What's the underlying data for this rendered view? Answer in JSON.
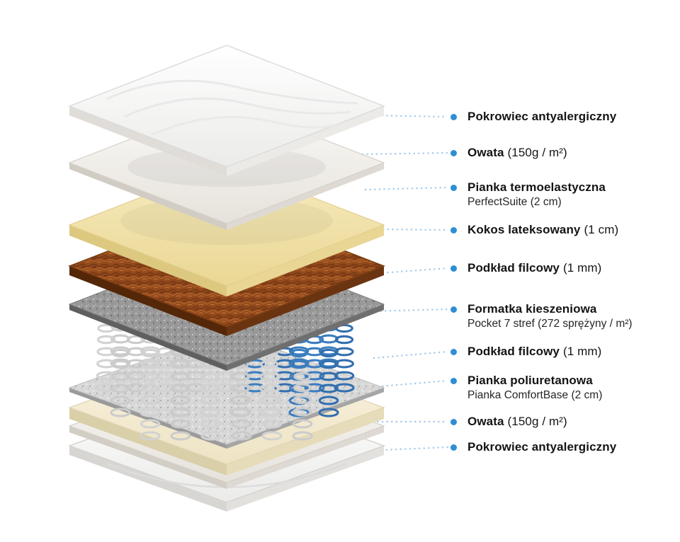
{
  "page": {
    "background": "#ffffff"
  },
  "palette": {
    "accent_blue": "#2e8ed5",
    "leader_line_blue": "#9dc8ec",
    "spring_blue": "#3b7dbf",
    "spring_gray": "#cbcbcb",
    "coconut_brown": "#92491c",
    "felt_gray": "#999999",
    "foam_yellow": "#f0dfa3",
    "foam_cream": "#f5edd3"
  },
  "labels": [
    {
      "main": "Pokrowiec antyalergiczny",
      "detail": "",
      "sub": ""
    },
    {
      "main": "Owata",
      "detail": "(150g / m²)",
      "sub": ""
    },
    {
      "main": "Pianka termoelastyczna",
      "detail": "",
      "sub": "PerfectSuite (2 cm)"
    },
    {
      "main": "Kokos lateksowany",
      "detail": "(1 cm)",
      "sub": ""
    },
    {
      "main": "Podkład filcowy",
      "detail": "(1 mm)",
      "sub": ""
    },
    {
      "main": "Formatka kieszeniowa",
      "detail": "",
      "sub": "Pocket 7 stref (272 sprężyny / m²)"
    },
    {
      "main": "Podkład filcowy",
      "detail": "(1 mm)",
      "sub": ""
    },
    {
      "main": "Pianka poliuretanowa",
      "detail": "",
      "sub": "Pianka ComfortBase (2 cm)"
    },
    {
      "main": "Owata",
      "detail": "(150g / m²)",
      "sub": ""
    },
    {
      "main": "Pokrowiec antyalergiczny",
      "detail": "",
      "sub": ""
    }
  ],
  "illustration": {
    "type": "mattress-exploded-layers",
    "layers": [
      "cover-top",
      "wadding-top",
      "memory-foam",
      "coconut-latex",
      "felt-top",
      "pocket-springs",
      "felt-bottom",
      "foam-base",
      "wadding-bottom",
      "cover-bottom"
    ]
  }
}
